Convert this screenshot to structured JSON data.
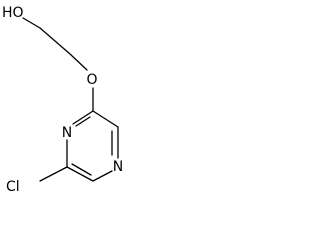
{
  "molecule": {
    "atoms": {
      "hydroxyl": "HO",
      "ether_oxygen": "O",
      "ring_nitrogen_1": "N",
      "ring_nitrogen_2": "N",
      "chlorine": "Cl"
    }
  }
}
